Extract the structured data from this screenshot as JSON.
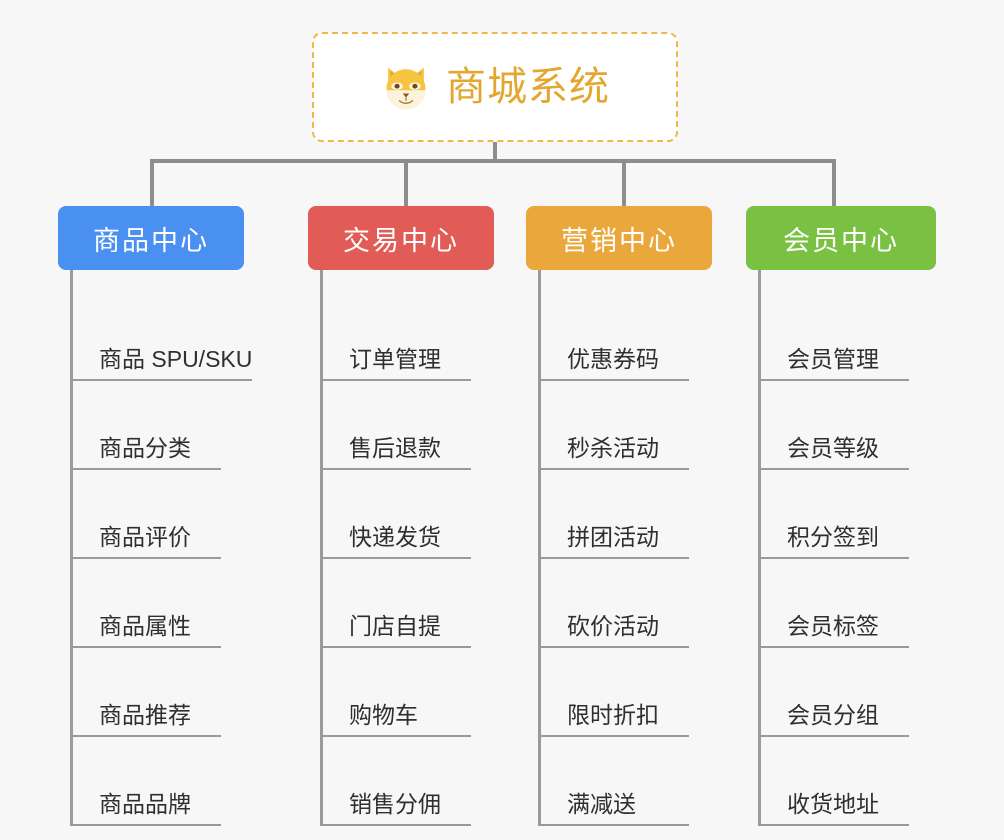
{
  "root": {
    "title": "商城系统",
    "icon": "shiba-dog-icon",
    "border_color": "#f0b849",
    "title_color": "#e3a72f",
    "background": "#ffffff"
  },
  "canvas": {
    "background": "#f7f7f7",
    "line_color": "#9a9a9a"
  },
  "columns": [
    {
      "title": "商品中心",
      "color": "#4a90f0",
      "items": [
        "商品 SPU/SKU",
        "商品分类",
        "商品评价",
        "商品属性",
        "商品推荐",
        "商品品牌"
      ]
    },
    {
      "title": "交易中心",
      "color": "#e25c57",
      "items": [
        "订单管理",
        "售后退款",
        "快递发货",
        "门店自提",
        "购物车",
        "销售分佣"
      ]
    },
    {
      "title": "营销中心",
      "color": "#eaa83c",
      "items": [
        "优惠券码",
        "秒杀活动",
        "拼团活动",
        "砍价活动",
        "限时折扣",
        "满减送"
      ]
    },
    {
      "title": "会员中心",
      "color": "#7ac143",
      "items": [
        "会员管理",
        "会员等级",
        "积分签到",
        "会员标签",
        "会员分组",
        "收货地址"
      ]
    }
  ]
}
